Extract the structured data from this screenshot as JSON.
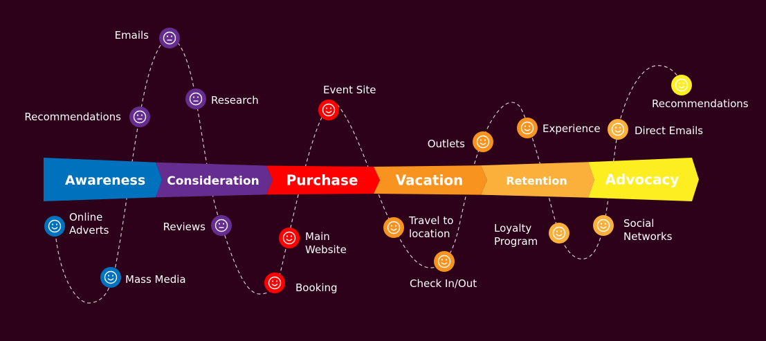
{
  "colors": {
    "background": "#2d0119",
    "awareness": "#0071bc",
    "consideration": "#662d91",
    "purchase": "#ff0000",
    "vacation": "#f7931e",
    "retention": "#fbb03b",
    "advocacy": "#fcee21"
  },
  "stages": [
    {
      "label": "Awareness",
      "color": "#0071bc"
    },
    {
      "label": "Consideration",
      "color": "#662d91"
    },
    {
      "label": "Purchase",
      "color": "#ff0000"
    },
    {
      "label": "Vacation",
      "color": "#f7931e"
    },
    {
      "label": "Retention",
      "color": "#fbb03b"
    },
    {
      "label": "Advocacy",
      "color": "#fcee21"
    }
  ],
  "touchpoints": [
    {
      "lines": [
        "Online",
        "Adverts"
      ],
      "stage": "awareness",
      "face": "smile"
    },
    {
      "lines": [
        "Mass Media"
      ],
      "stage": "awareness",
      "face": "smile"
    },
    {
      "lines": [
        "Recommendations"
      ],
      "stage": "consideration",
      "face": "neutral"
    },
    {
      "lines": [
        "Emails"
      ],
      "stage": "consideration",
      "face": "neutral"
    },
    {
      "lines": [
        "Research"
      ],
      "stage": "consideration",
      "face": "neutral"
    },
    {
      "lines": [
        "Reviews"
      ],
      "stage": "consideration",
      "face": "neutral"
    },
    {
      "lines": [
        "Booking"
      ],
      "stage": "purchase",
      "face": "smile"
    },
    {
      "lines": [
        "Main",
        "Website"
      ],
      "stage": "purchase",
      "face": "smile"
    },
    {
      "lines": [
        "Event Site"
      ],
      "stage": "purchase",
      "face": "smile"
    },
    {
      "lines": [
        "Travel to",
        "location"
      ],
      "stage": "vacation",
      "face": "smile"
    },
    {
      "lines": [
        "Check In/Out"
      ],
      "stage": "vacation",
      "face": "smile"
    },
    {
      "lines": [
        "Outlets"
      ],
      "stage": "vacation",
      "face": "smile"
    },
    {
      "lines": [
        "Experience"
      ],
      "stage": "vacation",
      "face": "smile"
    },
    {
      "lines": [
        "Loyalty",
        "Program"
      ],
      "stage": "retention",
      "face": "smile"
    },
    {
      "lines": [
        "Social",
        "Networks"
      ],
      "stage": "retention",
      "face": "smile"
    },
    {
      "lines": [
        "Direct Emails"
      ],
      "stage": "retention",
      "face": "smile"
    },
    {
      "lines": [
        "Recommendations"
      ],
      "stage": "advocacy",
      "face": "smile"
    }
  ]
}
